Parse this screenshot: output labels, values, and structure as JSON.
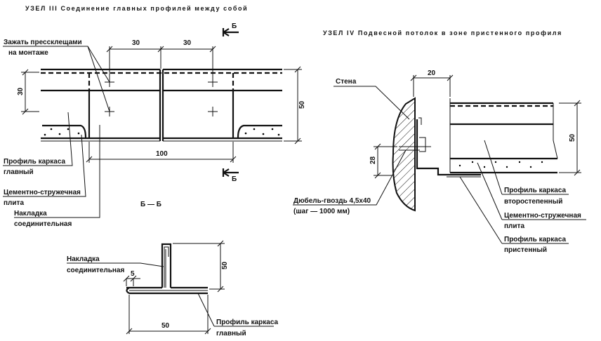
{
  "node3": {
    "title": "УЗЕЛ III   Соединение главных профилей между собой",
    "section_mark": "Б",
    "dims": {
      "top_left": "30",
      "top_right": "30",
      "left": "30",
      "right": "50",
      "bottom": "100"
    },
    "labels": {
      "clamp_1": "Зажать прессклещами",
      "clamp_2": "на монтаже",
      "main_profile_1": "Профиль каркаса",
      "main_profile_2": "главный",
      "board_1": "Цементно-стружечная",
      "board_2": "плита",
      "overlay_1": "Накладка",
      "overlay_2": "соединительная"
    }
  },
  "section": {
    "title": "Б — Б",
    "dims": {
      "small": "5",
      "width": "50",
      "height": "50"
    },
    "labels": {
      "overlay_1": "Накладка",
      "overlay_2": "соединительная",
      "main_profile_1": "Профиль каркаса",
      "main_profile_2": "главный"
    }
  },
  "node4": {
    "title": "УЗЕЛ IV   Подвесной потолок в зоне пристенного профиля",
    "dims": {
      "gap": "20",
      "height": "50",
      "dowel": "28"
    },
    "labels": {
      "wall": "Стена",
      "dowel_1": "Дюбель-гвоздь 4,5х40",
      "dowel_2": "(шаг — 1000 мм)",
      "secondary_1": "Профиль каркаса",
      "secondary_2": "второстепенный",
      "board_1": "Цементно-стружечная",
      "board_2": "плита",
      "wall_profile_1": "Профиль каркаса",
      "wall_profile_2": "пристенный"
    }
  }
}
